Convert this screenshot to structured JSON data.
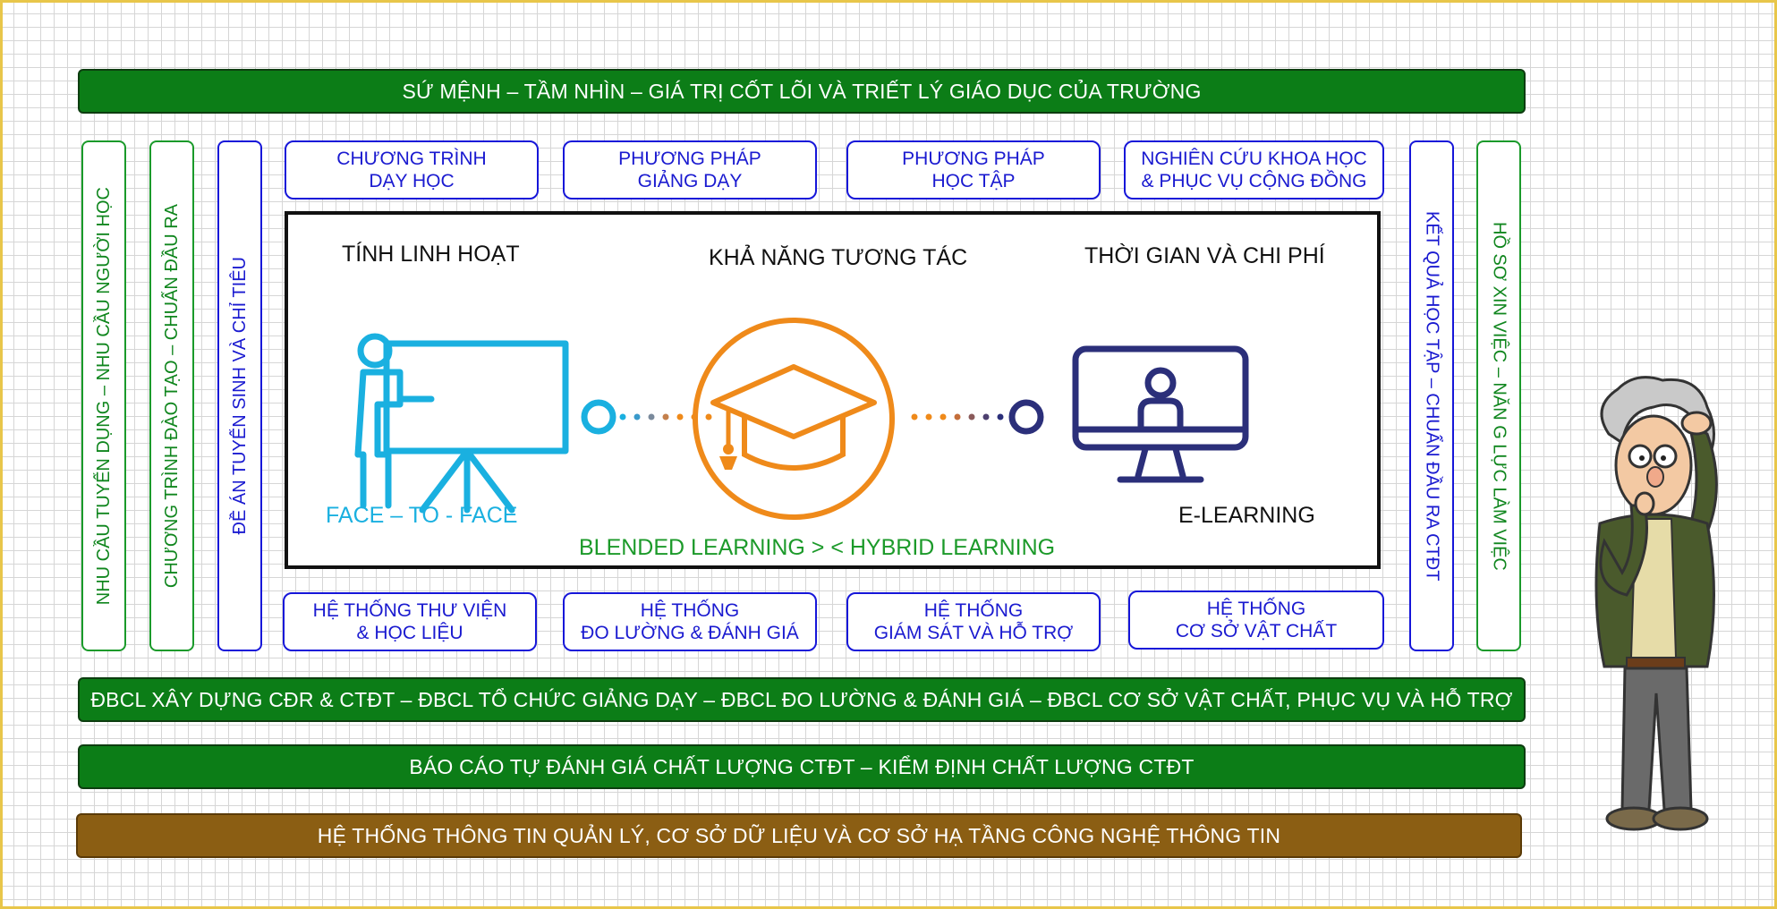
{
  "top_band": "SỨ MỆNH – TẦM NHÌN – GIÁ TRỊ CỐT LÕI VÀ TRIẾT LÝ GIÁO DỤC CỦA TRƯỜNG",
  "left_vertical": [
    "NHU CẦU TUYỂN DỤNG – NHU CẦU NGƯỜI HỌC",
    "CHƯƠNG TRÌNH ĐÀO TẠO – CHUẨN ĐẦU RA",
    "ĐỀ ÁN TUYỂN SINH VÀ CHỈ TIÊU"
  ],
  "right_vertical": [
    "KẾT QUẢ HỌC TẬP – CHUẨN ĐẦU RA CTĐT",
    "HỒ SƠ XIN VIỆC – NĂN G LỰC LÀM VIỆC"
  ],
  "top_boxes": [
    {
      "line1": "CHƯƠNG TRÌNH",
      "line2": "DẠY HỌC"
    },
    {
      "line1": "PHƯƠNG PHÁP",
      "line2": "GIẢNG DẠY"
    },
    {
      "line1": "PHƯƠNG PHÁP",
      "line2": "HỌC TẬP"
    },
    {
      "line1": "NGHIÊN CỨU KHOA HỌC",
      "line2": "& PHỤC VỤ CỘNG ĐỒNG"
    }
  ],
  "bottom_boxes": [
    {
      "line1": "HỆ THỐNG THƯ VIỆN",
      "line2": "& HỌC LIỆU"
    },
    {
      "line1": "HỆ THỐNG",
      "line2": "ĐO LƯỜNG & ĐÁNH GIÁ"
    },
    {
      "line1": "HỆ THỐNG",
      "line2": "GIÁM SÁT VÀ HỖ TRỢ"
    },
    {
      "line1": "HỆ THỐNG",
      "line2": "CƠ SỞ VẬT CHẤT"
    }
  ],
  "center": {
    "header_left": "TÍNH LINH HOẠT",
    "header_middle": "KHẢ NĂNG TƯƠNG TÁC",
    "header_right": "THỜI GIAN VÀ CHI PHÍ",
    "label_left": "FACE – TO - FACE",
    "label_right": "E-LEARNING",
    "label_bottom": "BLENDED LEARNING > < HYBRID LEARNING"
  },
  "band_1": "ĐBCL XÂY DỰNG CĐR & CTĐT – ĐBCL TỔ CHỨC GIẢNG DẠY – ĐBCL ĐO LƯỜNG & ĐÁNH GIÁ – ĐBCL CƠ SỞ VẬT CHẤT, PHỤC VỤ VÀ HỖ TRỢ",
  "band_2": "BÁO CÁO TỰ ĐÁNH GIÁ CHẤT LƯỢNG CTĐT – KIỂM ĐỊNH CHẤT LƯỢNG CTĐT",
  "band_3": "HỆ THỐNG THÔNG TIN QUẢN LÝ, CƠ SỞ DỮ LIỆU VÀ CƠ SỞ HẠ TẦNG CÔNG NGHỆ THÔNG TIN",
  "colors": {
    "band_green": "#0c7d17",
    "band_brown": "#8b5e13",
    "box_blue": "#1616d9",
    "box_green": "#10861e",
    "face_blue": "#1ab0e0",
    "cap_orange": "#ef8a1a",
    "elearn_navy": "#2b2f7a",
    "blended_green": "#1c9a2a"
  }
}
